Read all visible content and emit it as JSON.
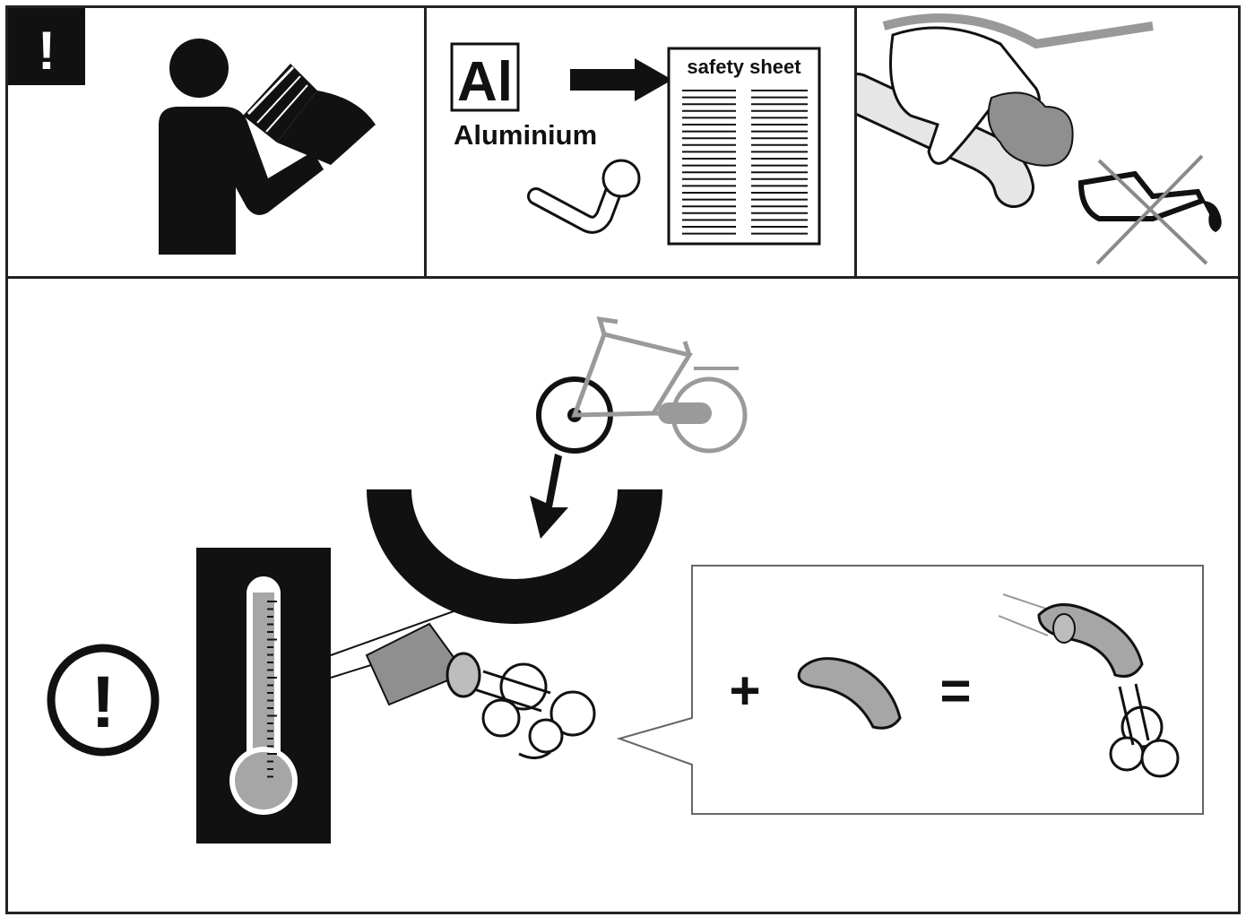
{
  "panel_read_manual": {
    "warning_mark": "!"
  },
  "panel_material": {
    "element_symbol": "Al",
    "element_name": "Aluminium",
    "document_label": "safety sheet"
  },
  "panel_cleaning": {
    "prohibited_item": "oil-can-icon"
  },
  "panel_heat": {
    "caution_mark": "!",
    "plus_sign": "+",
    "equals_sign": "="
  },
  "colors": {
    "line": "#111111",
    "grey_fill": "#8f8f8f",
    "light_grey": "#bdbdbd",
    "prohibit_cross": "#8a8a8a"
  }
}
